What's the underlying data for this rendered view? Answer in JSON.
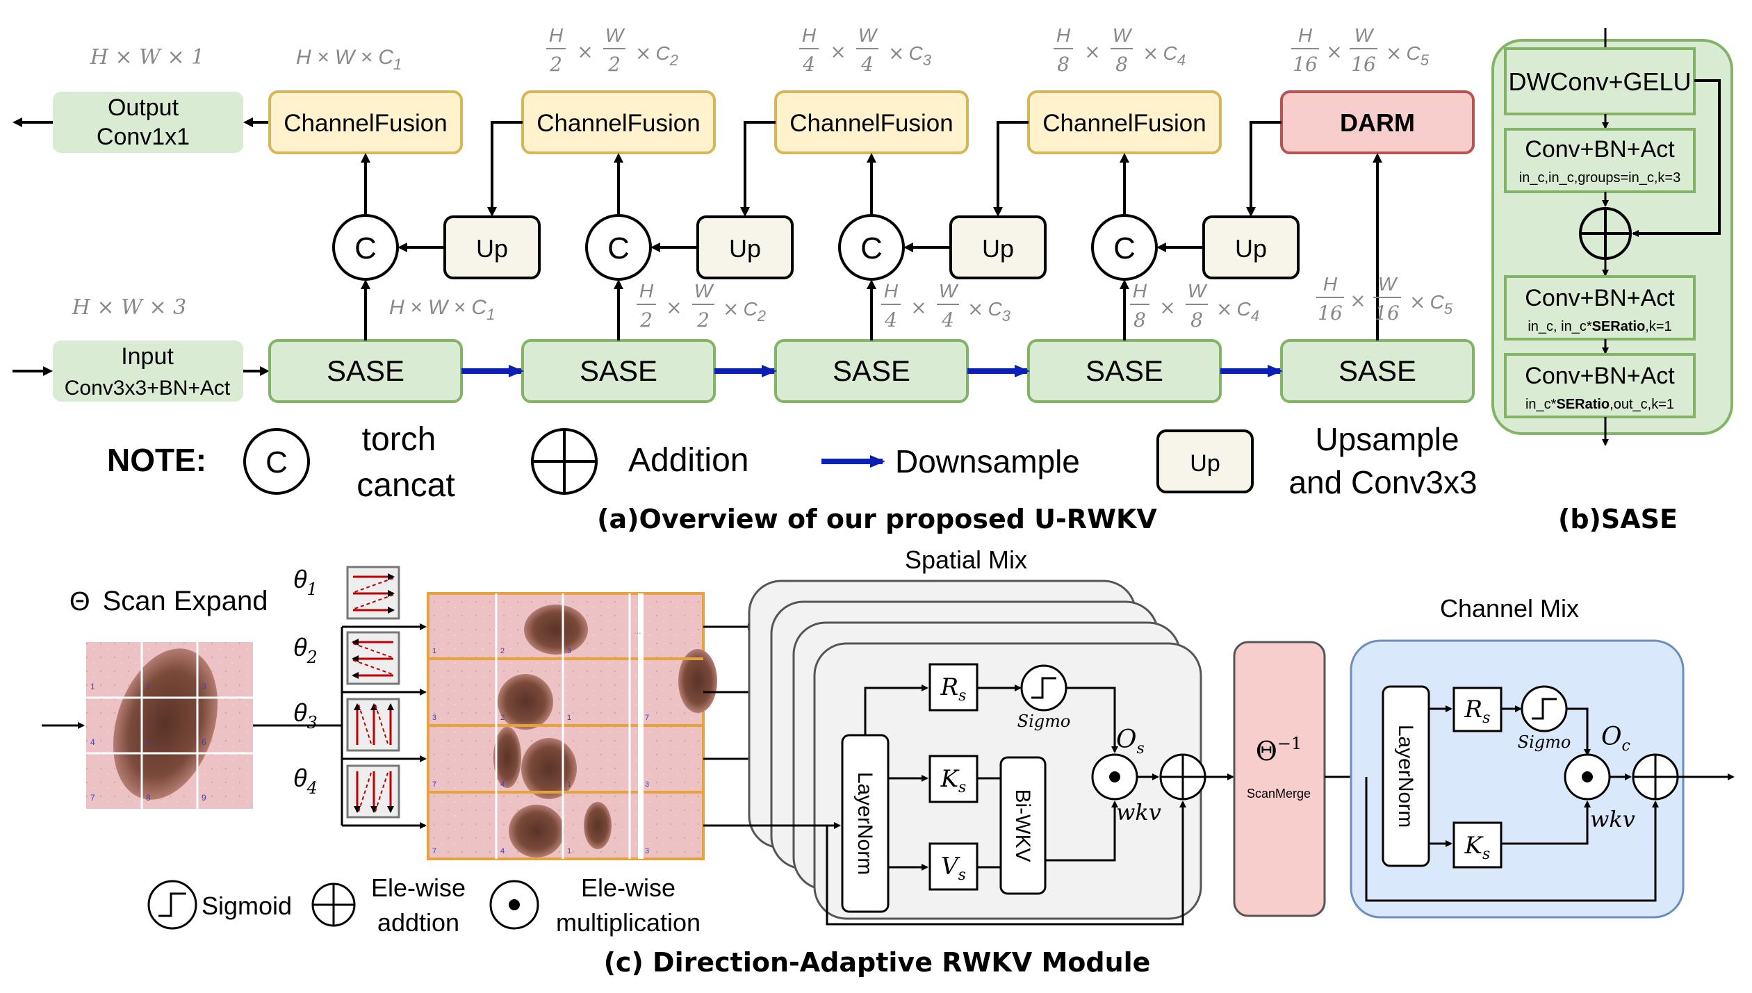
{
  "colors": {
    "green_fill": "#d9ebd3",
    "green_stroke": "#82b366",
    "yellow_fill": "#fff2cc",
    "yellow_stroke": "#d6b656",
    "red_fill": "#f8cecc",
    "red_stroke": "#b85450",
    "beige_fill": "#f7f4ea",
    "blue_fill": "#dae8fc",
    "blue_stroke": "#6c8ebf",
    "arrow_blue": "#0a1fb5",
    "grey_fill": "#f2f2f2",
    "scan_red": "#c00000",
    "patch_orange": "#e6a23c"
  },
  "overview": {
    "caption": "(a)Overview of our proposed U-RWKV",
    "output_box": {
      "line1": "Output",
      "line2": "Conv1x1"
    },
    "input_box": {
      "line1": "Input",
      "line2": "Conv3x3+BN+Act"
    },
    "channel_fusion": [
      "ChannelFusion",
      "ChannelFusion",
      "ChannelFusion",
      "ChannelFusion"
    ],
    "darm": "DARM",
    "sase": [
      "SASE",
      "SASE",
      "SASE",
      "SASE",
      "SASE"
    ],
    "up": [
      "Up",
      "Up",
      "Up",
      "Up"
    ],
    "concat": [
      "C",
      "C",
      "C",
      "C"
    ],
    "dims": {
      "output": "H × W × 1",
      "input": "H × W × 3",
      "top": [
        {
          "num_h": "",
          "den_h": "",
          "num_w": "",
          "den_w": "",
          "c": "C",
          "sub": "1",
          "plain": "H × W × "
        },
        {
          "num_h": "H",
          "den_h": "2",
          "num_w": "W",
          "den_w": "2",
          "c": "C",
          "sub": "2"
        },
        {
          "num_h": "H",
          "den_h": "4",
          "num_w": "W",
          "den_w": "4",
          "c": "C",
          "sub": "3"
        },
        {
          "num_h": "H",
          "den_h": "8",
          "num_w": "W",
          "den_w": "8",
          "c": "C",
          "sub": "4"
        },
        {
          "num_h": "H",
          "den_h": "16",
          "num_w": "W",
          "den_w": "16",
          "c": "C",
          "sub": "5"
        }
      ],
      "bottom": [
        {
          "plain": "H × W × ",
          "c": "C",
          "sub": "1"
        },
        {
          "num_h": "H",
          "den_h": "2",
          "num_w": "W",
          "den_w": "2",
          "c": "C",
          "sub": "2"
        },
        {
          "num_h": "H",
          "den_h": "4",
          "num_w": "W",
          "den_w": "4",
          "c": "C",
          "sub": "3"
        },
        {
          "num_h": "H",
          "den_h": "8",
          "num_w": "W",
          "den_w": "8",
          "c": "C",
          "sub": "4"
        },
        {
          "num_h": "H",
          "den_h": "16",
          "num_w": "W",
          "den_w": "16",
          "c": "C",
          "sub": "5"
        }
      ],
      "times": "×"
    },
    "note": {
      "label": "NOTE:",
      "c_symbol": "C",
      "concat_line1": "torch",
      "concat_line2": "cancat",
      "addition": "Addition",
      "downsample": "Downsample",
      "up": "Up",
      "up_line1": "Upsample",
      "up_line2": "and Conv3x3"
    }
  },
  "sase": {
    "caption": "(b)SASE",
    "dwconv": "DWConv+GELU",
    "block1": {
      "title": "Conv+BN+Act",
      "sub": "in_c,in_c,groups=in_c,k=3"
    },
    "block2": {
      "title": "Conv+BN+Act",
      "sub_pre": "in_c, in_c*",
      "sub_bold": "SERatio",
      "sub_post": ",k=1"
    },
    "block3": {
      "title": "Conv+BN+Act",
      "sub_pre": "in_c*",
      "sub_bold": "SERatio",
      "sub_post": ",out_c,k=1"
    }
  },
  "module": {
    "caption": "(c) Direction-Adaptive RWKV Module",
    "scan_expand": "Scan Expand",
    "theta_symbol": "Θ",
    "thetas": [
      {
        "sym": "θ",
        "sub": "1"
      },
      {
        "sym": "θ",
        "sub": "2"
      },
      {
        "sym": "θ",
        "sub": "3"
      },
      {
        "sym": "θ",
        "sub": "4"
      }
    ],
    "grid_numbers": [
      "1",
      "2",
      "3",
      "4",
      "5",
      "6",
      "7",
      "8",
      "9"
    ],
    "patch_rows": [
      [
        "1",
        "2",
        "3",
        "…"
      ],
      [
        "3",
        "2",
        "1",
        "7"
      ],
      [
        "7",
        "4",
        "1",
        "3"
      ],
      [
        "7",
        "4",
        "1",
        "3"
      ]
    ],
    "spatial_mix": "Spatial Mix",
    "layernorm": "LayerNorm",
    "rs": {
      "sym": "R",
      "sub": "s"
    },
    "ks": {
      "sym": "K",
      "sub": "s"
    },
    "vs": {
      "sym": "V",
      "sub": "s"
    },
    "biwkv": "Bi-WKV",
    "sigmo": "Sigmo",
    "os": {
      "sym": "O",
      "sub": "s"
    },
    "wkv": "wkv",
    "theta_inv": {
      "sym": "Θ",
      "sup": "−1"
    },
    "scanmerge": "ScanMerge",
    "channel_mix": "Channel Mix",
    "cm_layernorm": "LayerNorm",
    "cm_rs": {
      "sym": "R",
      "sub": "s"
    },
    "cm_ks": {
      "sym": "K",
      "sub": "s"
    },
    "cm_sigmo": "Sigmo",
    "oc": {
      "sym": "O",
      "sub": "c"
    },
    "cm_wkv": "wkv",
    "legend": {
      "sigmoid": "Sigmoid",
      "add_line1": "Ele-wise",
      "add_line2": "addtion",
      "mul_line1": "Ele-wise",
      "mul_line2": "multiplication"
    }
  }
}
